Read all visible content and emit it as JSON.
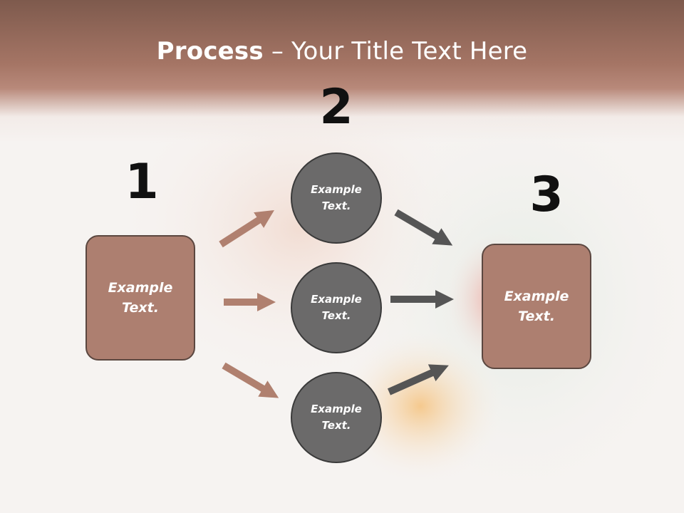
{
  "title": {
    "bold": "Process",
    "sep": " – ",
    "rest": "Your Title Text Here"
  },
  "steps": {
    "one": "1",
    "two": "2",
    "three": "3"
  },
  "left_box": {
    "line1": "Example",
    "line2": "Text."
  },
  "right_box": {
    "line1": "Example",
    "line2": "Text."
  },
  "circles": [
    {
      "line1": "Example",
      "line2": "Text."
    },
    {
      "line1": "Example",
      "line2": "Text."
    },
    {
      "line1": "Example",
      "line2": "Text."
    }
  ],
  "colors": {
    "box_fill": "#ad7f70",
    "circle_fill": "#6b6a6a",
    "arrow_brown": "#b0806f",
    "arrow_gray": "#555555"
  }
}
